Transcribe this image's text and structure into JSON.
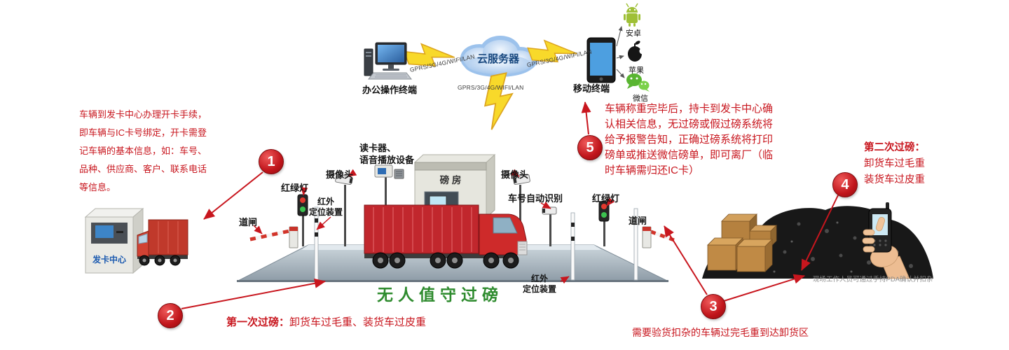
{
  "main_title": "无人值守过磅",
  "cloud_label": "云服务器",
  "terminals": {
    "office": "办公操作终端",
    "mobile": "移动终端"
  },
  "network": {
    "left": "GPRS/3G/4G/WIFI/LAN",
    "bottom": "GPRS/3G/4G/WIFI/LAN",
    "right": "GPRS/3G/4G/WIFI/LAN"
  },
  "apps": {
    "android": "安卓",
    "apple": "苹果",
    "wechat": "微信"
  },
  "card_center_label": "发卡中心",
  "equipment": {
    "barrier_left": "道闸",
    "traffic_light_left": "红绿灯",
    "camera_left": "摄像头",
    "infrared_left": "红外\n定位装置",
    "card_reader": "读卡器、\n语音播放设备",
    "weigh_house": "磅 房",
    "camera_right": "摄像头",
    "plate_recognition": "车号自动识别",
    "traffic_light_right": "红绿灯",
    "barrier_right": "道闸",
    "infrared_right": "红外\n定位装置"
  },
  "steps": {
    "s1": {
      "num": "1",
      "text": "车辆到发卡中心办理开卡手续，\n即车辆与IC卡号绑定，开卡需登\n记车辆的基本信息，如：车号、\n品种、供应商、客户、联系电话\n等信息。"
    },
    "s2": {
      "num": "2",
      "label": "第一次过磅：",
      "text": "卸货车过毛重、装货车过皮重"
    },
    "s3": {
      "num": "3",
      "text": "需要验货扣杂的车辆过完毛重到达卸货区"
    },
    "s4": {
      "num": "4",
      "label": "第二次过磅：",
      "text": "卸货车过毛重\n装货车过皮重"
    },
    "s5": {
      "num": "5",
      "text": "车辆称重完毕后，持卡到发卡中心确\n认相关信息，无过磅或假过磅系统将\n给予报警告知，正确过磅系统将打印\n磅单或推送微信磅单，即可离厂（临\n时车辆需归还IC卡）"
    }
  },
  "notes": {
    "pda": "现场工作人员可通过手持PDA确认并扣杂"
  },
  "colors": {
    "accent_red": "#c8161e",
    "title_green": "#2e8b2e",
    "cloud_blue": "#17477e",
    "android_green": "#9fc037",
    "wechat_green": "#59b531"
  }
}
